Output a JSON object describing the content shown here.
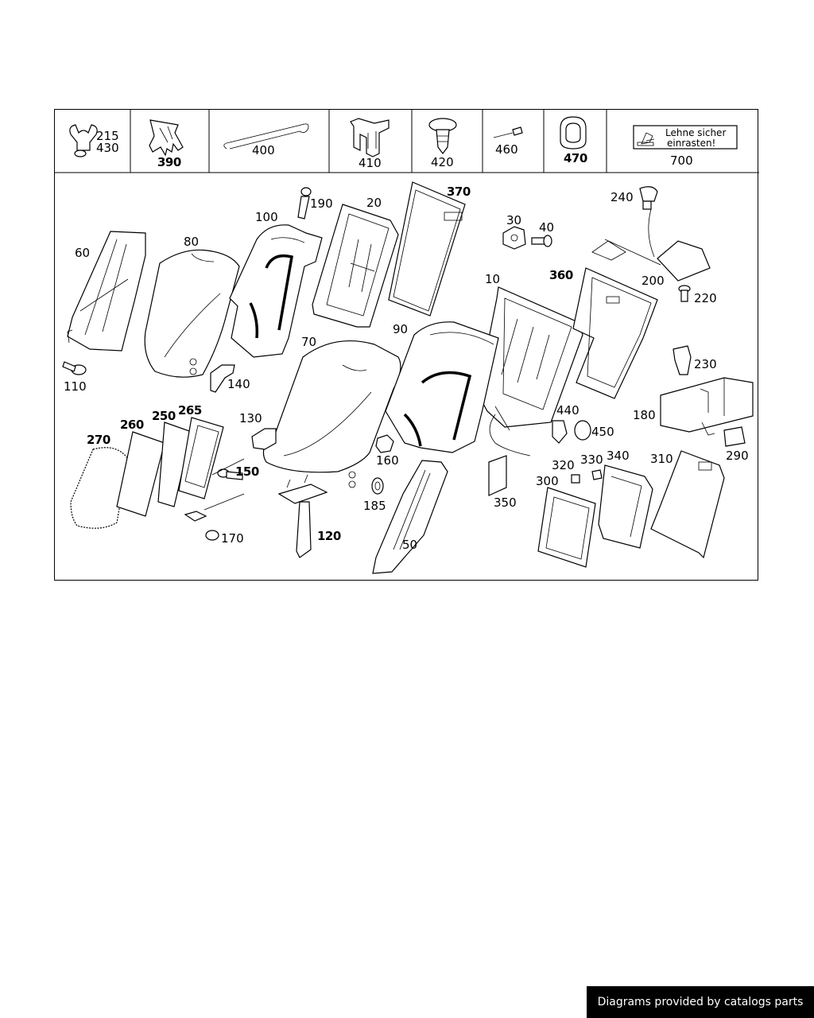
{
  "legend_row": [
    {
      "label": "215\n430",
      "bold": false
    },
    {
      "label": "390",
      "bold": true
    },
    {
      "label": "400",
      "bold": false
    },
    {
      "label": "410",
      "bold": false
    },
    {
      "label": "420",
      "bold": false
    },
    {
      "label": "460",
      "bold": false
    },
    {
      "label": "470",
      "bold": true
    },
    {
      "label": "700",
      "bold": false
    }
  ],
  "sticker_text": {
    "line1": "Lehne sicher",
    "line2": "einrasten!"
  },
  "callouts": {
    "c10": "10",
    "c20": "20",
    "c30": "30",
    "c40": "40",
    "c50": "50",
    "c60": "60",
    "c70": "70",
    "c80": "80",
    "c90": "90",
    "c100": "100",
    "c110": "110",
    "c120": "120",
    "c130": "130",
    "c140": "140",
    "c150": "150",
    "c160": "160",
    "c170": "170",
    "c180": "180",
    "c185": "185",
    "c190": "190",
    "c200": "200",
    "c220": "220",
    "c230": "230",
    "c240": "240",
    "c250": "250",
    "c260": "260",
    "c265": "265",
    "c270": "270",
    "c290": "290",
    "c300": "300",
    "c310": "310",
    "c320": "320",
    "c330": "330",
    "c340": "340",
    "c350": "350",
    "c360": "360",
    "c370": "370",
    "c440": "440",
    "c450": "450"
  },
  "credit": "Diagrams provided by catalogs parts"
}
